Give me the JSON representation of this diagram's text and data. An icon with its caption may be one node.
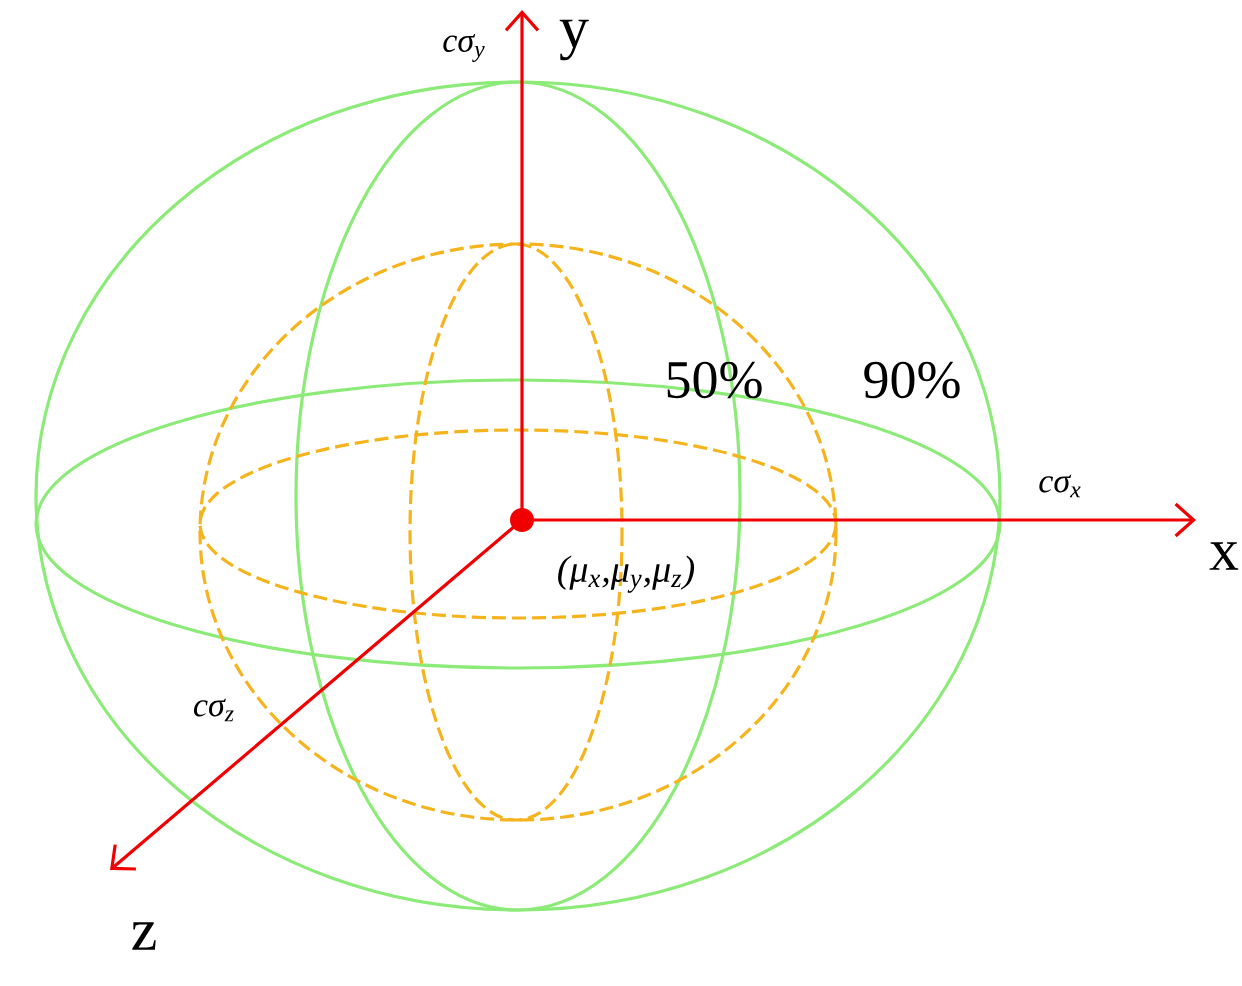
{
  "diagram": {
    "labels": [
      "cσ$_{y}$",
      "y",
      "50%",
      "90%",
      "cσ$_{x}$",
      "x",
      "(μ$_{x}$,μ$_{y}$,μ$_{z}$)",
      "cσ$_{z}$",
      "z"
    ]
  }
}
